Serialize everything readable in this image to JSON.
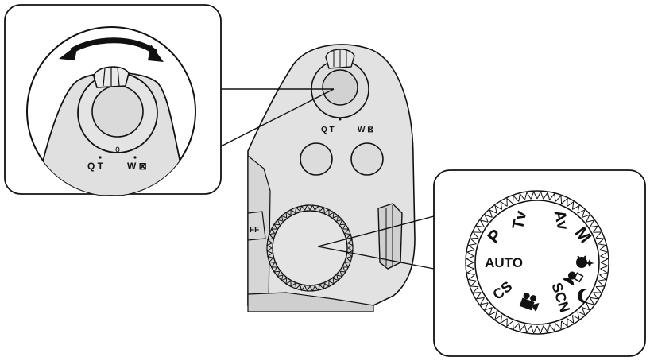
{
  "zoom_callout": {
    "tele_label": "Q T",
    "wide_label": "W ⊠",
    "icons": [
      "magnify-icon",
      "grid-icon"
    ]
  },
  "camera": {
    "tele_label": "Q T",
    "wide_label": "W ⊠",
    "power_label_fragment": "FF"
  },
  "mode_dial": {
    "modes": [
      "P",
      "Tv",
      "Av",
      "M",
      "AUTO",
      "CS",
      "SCN"
    ],
    "icons": [
      "creative-mode-icon",
      "portrait-icon",
      "night-icon",
      "movie-icon"
    ]
  },
  "colors": {
    "outline": "#111111",
    "body_fill": "#e2e2e2",
    "body_shadow": "#c8c8c8",
    "background": "#ffffff"
  }
}
